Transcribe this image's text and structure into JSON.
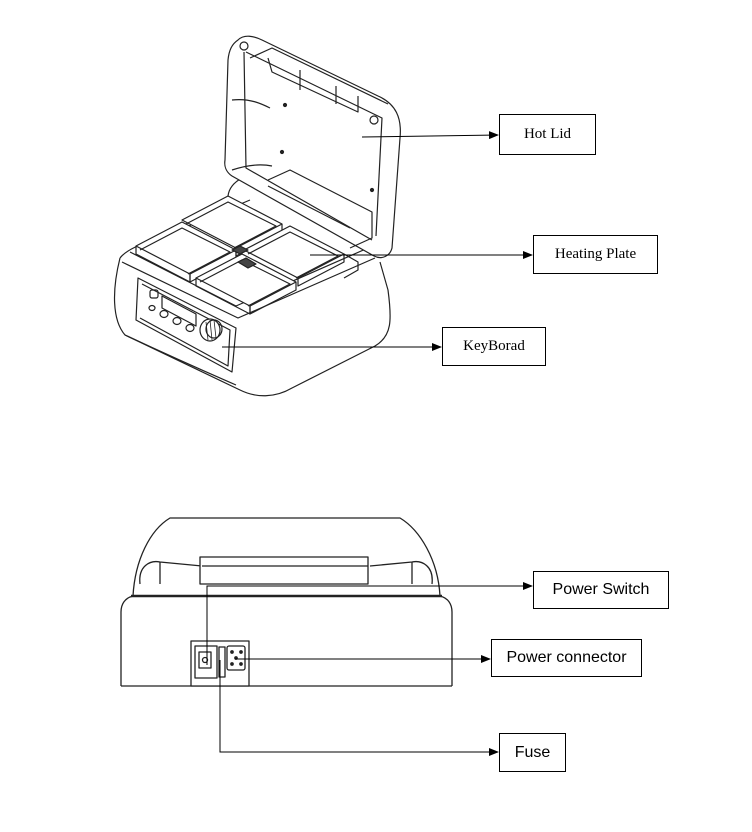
{
  "labels": {
    "hot_lid": "Hot Lid",
    "heating_plate": "Heating Plate",
    "keyboard": "KeyBorad",
    "power_switch": "Power Switch",
    "power_connector": "Power connector",
    "fuse": "Fuse"
  },
  "colors": {
    "line": "#000000",
    "background": "#ffffff"
  }
}
